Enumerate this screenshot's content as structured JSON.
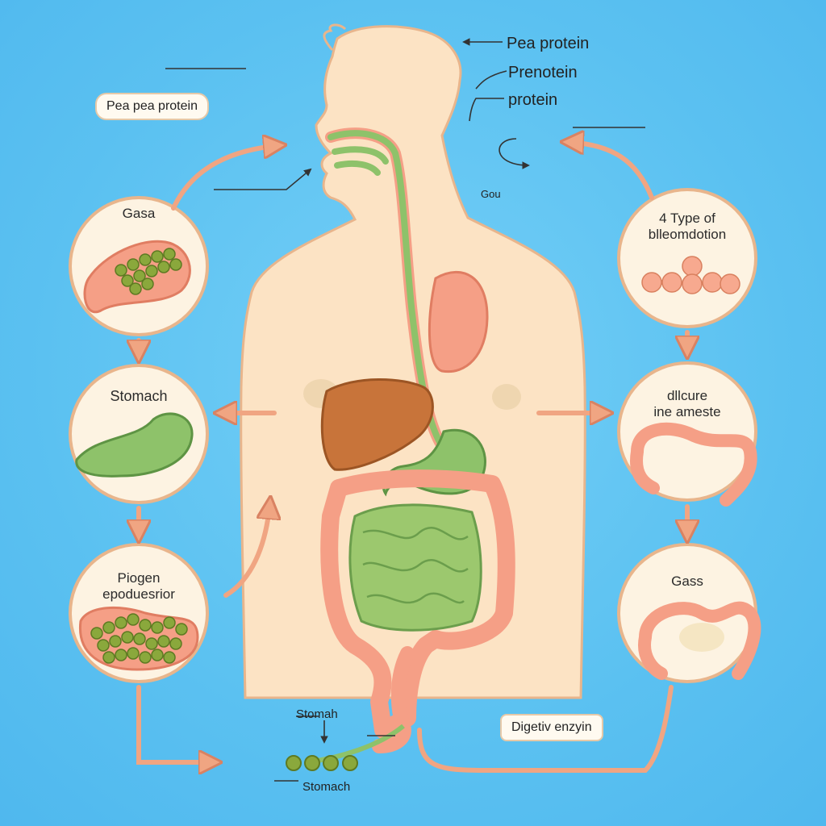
{
  "labels": {
    "top_right_1": "Pea protein",
    "top_right_2": "Prenotein",
    "top_right_3": "protein",
    "left_pill": "Pea pea protein",
    "mid_right_small": "Gou",
    "bottom_center_1": "Stomah",
    "bottom_center_2": "Stomach",
    "bottom_right_pill": "Digetiv enzyin"
  },
  "circles": {
    "left_1": "Gasa",
    "left_2": "Stomach",
    "left_3_line1": "Piogen",
    "left_3_line2": "epoduesrior",
    "right_1_line1": "4 Type of",
    "right_1_line2": "blleomdotion",
    "right_2_line1": "dllcure",
    "right_2_line2": "ine ameste",
    "right_3": "Gass"
  },
  "colors": {
    "background": "#5ec3f2",
    "skin": "#fce3c4",
    "skin_outline": "#e8b58c",
    "arrow": "#f0a582",
    "green": "#8ec26a",
    "pink_organ": "#f59f86",
    "liver": "#c8743a",
    "circle_fill": "#fdf3e2"
  }
}
